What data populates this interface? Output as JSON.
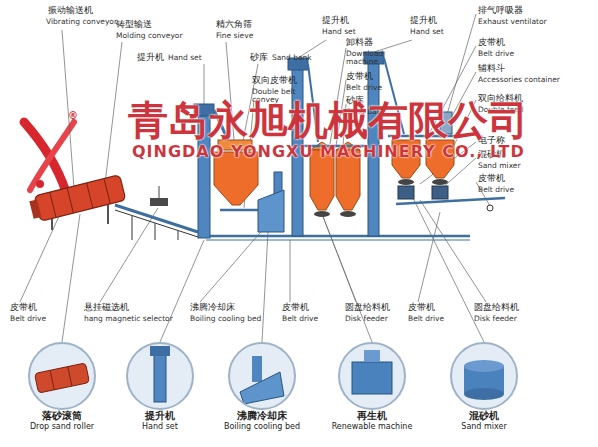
{
  "diagram": {
    "nodes": [
      {
        "text": [
          "落砂滚筒",
          "Drop sand roller"
        ]
      },
      {
        "text": [
          "提升机",
          "Hand set"
        ]
      },
      {
        "text": [
          "沸腾冷却床",
          "Boiling cooling bed"
        ]
      },
      {
        "text": [
          "再生机",
          "Renewable machine"
        ]
      },
      {
        "text": [
          "混砂机",
          "Sand mixer"
        ]
      }
    ],
    "labels": [
      "振动输送机",
      "Vibrating conveyor",
      "铸型输送",
      "Molding conveyor",
      "精六角筛",
      "Fine sieve",
      "提升机",
      "Hand set",
      "砂库",
      "Sand bank",
      "双向皮带机",
      "Double belt convey",
      "提升机",
      "Hand set",
      "卸料器",
      "Download machine",
      "皮带机",
      "Belt drive",
      "砂库",
      "Sand bank",
      "提升机",
      "Hand set",
      "排气呼吸器",
      "Exhaust ventilator",
      "皮带机",
      "Belt drive",
      "辅料斗",
      "Accessories container",
      "双向给料机",
      "Double feed",
      "电子称",
      "混砂机",
      "Sand mixer",
      "皮带机",
      "Belt drive",
      "皮带机",
      "Belt drive",
      "悬挂磁选机",
      "hang magnetic selector",
      "沸腾冷却床",
      "Boiling cooling bed",
      "皮带机",
      "Belt drive",
      "圆盘给料机",
      "Disk feeder",
      "皮带机",
      "Belt drive",
      "圆盘给料机",
      "Disk feeder",
      "青岛永旭机械有限公司",
      "QINGDAO YONGXU MACHINERY CO., LTD",
      "®"
    ]
  }
}
